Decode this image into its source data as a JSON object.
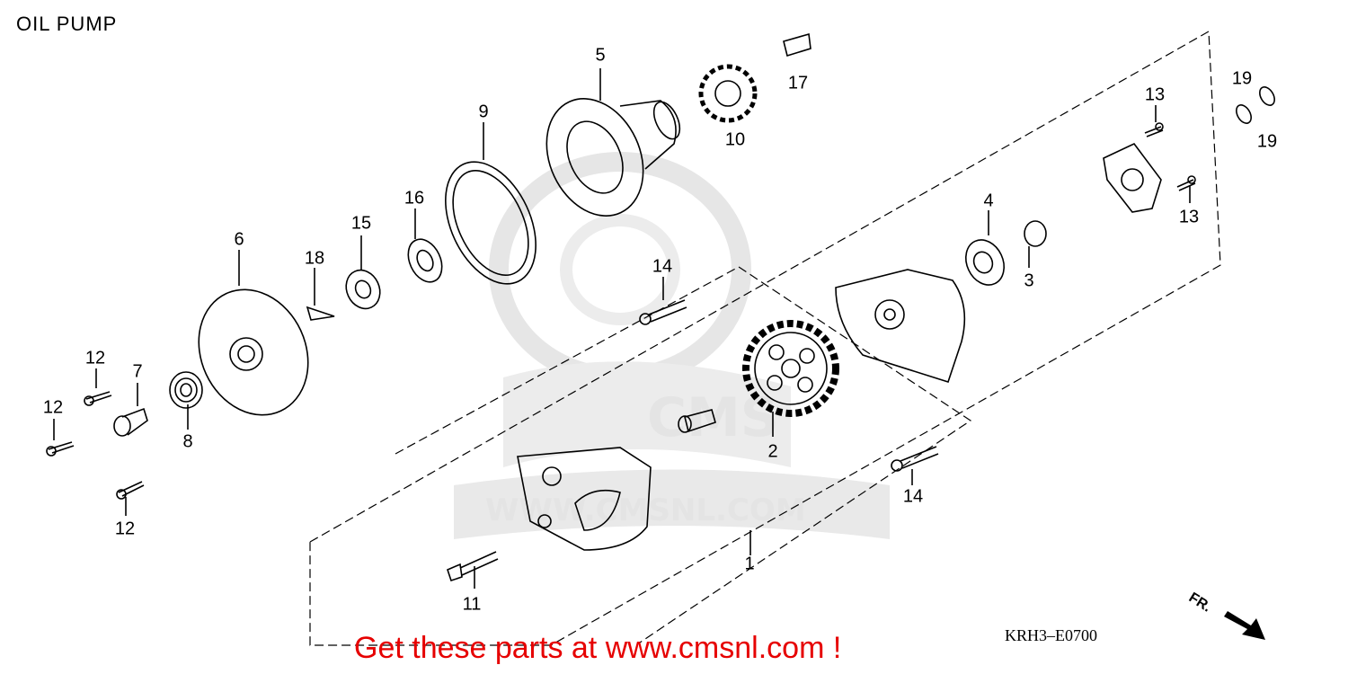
{
  "title": "OIL PUMP",
  "diagram_code": "KRH3–E0700",
  "promo_text": "Get these parts at www.cmsnl.com !",
  "watermark": {
    "logo_text": "CMS",
    "url_text": "WWW.CMSNL.COM"
  },
  "direction_label": "FR.",
  "callouts": [
    "1",
    "2",
    "3",
    "4",
    "5",
    "6",
    "7",
    "8",
    "9",
    "10",
    "11",
    "12",
    "12",
    "12",
    "13",
    "13",
    "14",
    "14",
    "15",
    "16",
    "17",
    "18",
    "19",
    "19"
  ],
  "colors": {
    "line": "#000000",
    "promo": "#e60000",
    "watermark": "#e4e4e4"
  }
}
